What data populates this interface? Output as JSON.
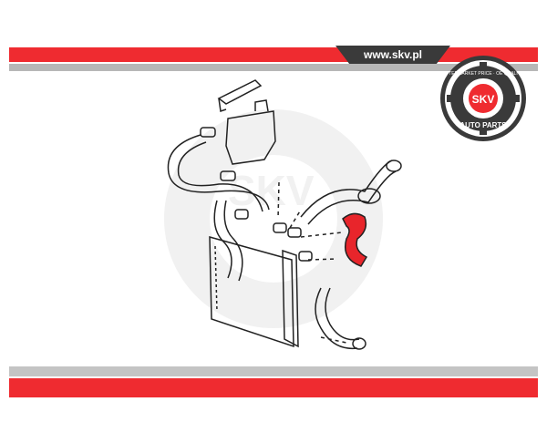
{
  "header": {
    "url": "www.skv.pl"
  },
  "logo": {
    "brand": "SKV",
    "arc_top": "AFTERMARKET PRICE · OE QUALITY",
    "arc_bottom": "AUTO PARTS"
  },
  "watermark": {
    "text": "SKV"
  },
  "colors": {
    "accent_red": "#ef2b30",
    "dark_tab": "#3a3a3a",
    "gray_band": "#b7b7b7",
    "highlight_part": "#e8252b"
  },
  "icons": [
    "gear-logo-icon",
    "radiator-hose-diagram"
  ]
}
